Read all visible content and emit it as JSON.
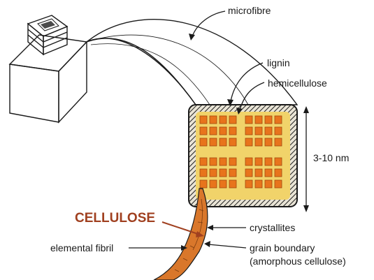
{
  "labels": {
    "microfibre": "microfibre",
    "lignin": "lignin",
    "hemicellulose": "hemicellulose",
    "dimension": "3-10 nm",
    "cellulose": "CELLULOSE",
    "crystallites": "crystallites",
    "elemental_fibril": "elemental fibril",
    "grain_boundary": "grain boundary",
    "amorphous": "(amorphous cellulose)"
  },
  "colors": {
    "wood": "#e8d84a",
    "microfibre_fill": "#f3efc6",
    "crystallite": "#e8741c",
    "matrix": "#f1d36a",
    "border": "#2b2b2b",
    "fibril": "#d9772b",
    "cellulose_text": "#a04020"
  }
}
